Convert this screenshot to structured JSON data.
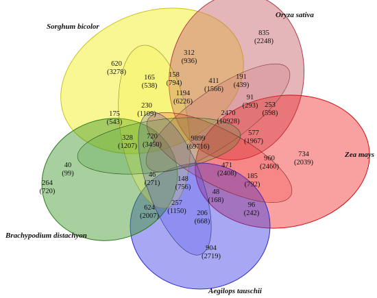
{
  "species": [
    {
      "id": "sorghum",
      "name": "Sorghum bicolor",
      "color": "#f4f03c"
    },
    {
      "id": "oryza",
      "name": "Oryza sativa",
      "color": "#c96e74"
    },
    {
      "id": "zea",
      "name": "Zea mays",
      "color": "#f01e1e"
    },
    {
      "id": "aegilops",
      "name": "Aegilops tauschii",
      "color": "#3c3ce6"
    },
    {
      "id": "brachypodium",
      "name": "Brachypodium distachyon",
      "color": "#3c9628"
    }
  ],
  "regions": [
    {
      "id": "s-only",
      "count": "620",
      "genes": "(3278)"
    },
    {
      "id": "o-only",
      "count": "835",
      "genes": "(2248)"
    },
    {
      "id": "z-only",
      "count": "734",
      "genes": "(2039)"
    },
    {
      "id": "a-only",
      "count": "904",
      "genes": "(2719)"
    },
    {
      "id": "b-only",
      "count": "264",
      "genes": "(720)"
    },
    {
      "id": "r312",
      "count": "312",
      "genes": "(936)"
    },
    {
      "id": "r165",
      "count": "165",
      "genes": "(538)"
    },
    {
      "id": "r158",
      "count": "158",
      "genes": "(794)"
    },
    {
      "id": "r411",
      "count": "411",
      "genes": "(1566)"
    },
    {
      "id": "r191",
      "count": "191",
      "genes": "(439)"
    },
    {
      "id": "r1194",
      "count": "1194",
      "genes": "(6226)"
    },
    {
      "id": "r91",
      "count": "91",
      "genes": "(293)"
    },
    {
      "id": "r253",
      "count": "253",
      "genes": "(598)"
    },
    {
      "id": "r230",
      "count": "230",
      "genes": "(1109)"
    },
    {
      "id": "r175",
      "count": "175",
      "genes": "(543)"
    },
    {
      "id": "r2470",
      "count": "2470",
      "genes": "(10928)"
    },
    {
      "id": "r577",
      "count": "577",
      "genes": "(1967)"
    },
    {
      "id": "r328",
      "count": "328",
      "genes": "(1207)"
    },
    {
      "id": "r720",
      "count": "720",
      "genes": "(3450)"
    },
    {
      "id": "r9899",
      "count": "9899",
      "genes": "(69716)"
    },
    {
      "id": "r960",
      "count": "960",
      "genes": "(2460)"
    },
    {
      "id": "r40",
      "count": "40",
      "genes": "(99)"
    },
    {
      "id": "r46",
      "count": "46",
      "genes": "(271)"
    },
    {
      "id": "r471",
      "count": "471",
      "genes": "(2408)"
    },
    {
      "id": "r185",
      "count": "185",
      "genes": "(792)"
    },
    {
      "id": "r148",
      "count": "148",
      "genes": "(756)"
    },
    {
      "id": "r48",
      "count": "48",
      "genes": "(168)"
    },
    {
      "id": "r96",
      "count": "96",
      "genes": "(242)"
    },
    {
      "id": "r624",
      "count": "624",
      "genes": "(2007)"
    },
    {
      "id": "r257",
      "count": "257",
      "genes": "(1150)"
    },
    {
      "id": "r206",
      "count": "206",
      "genes": "(668)"
    }
  ]
}
